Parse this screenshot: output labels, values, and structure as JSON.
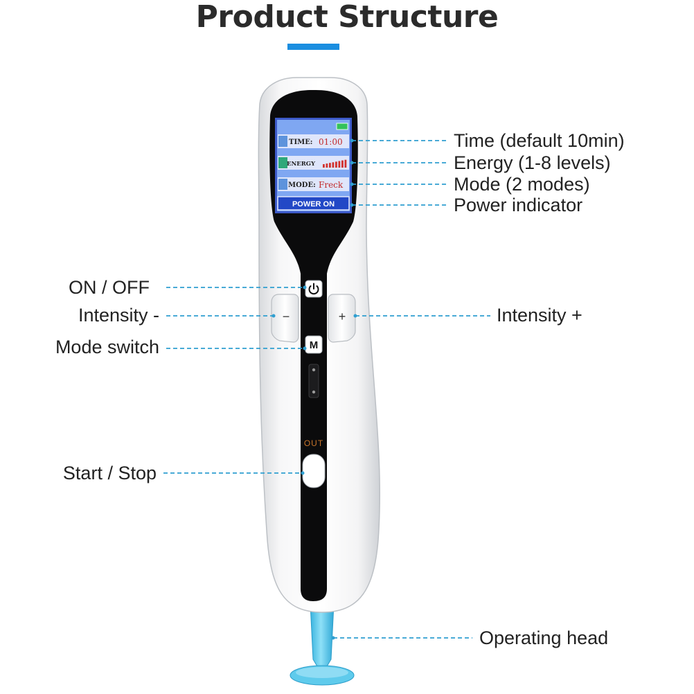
{
  "title": "Product Structure",
  "colors": {
    "accent": "#1a8ee0",
    "leader_line": "#2f9fd0",
    "head": "#4ec5ea",
    "screen": "#7fa7f2"
  },
  "screen": {
    "time_label": "TIME:",
    "time_value": "01:00",
    "energy_label": "ENERGY",
    "mode_label": "MODE:",
    "mode_value": "Freck",
    "power_label": "POWER ON"
  },
  "device": {
    "power_button_icon": "power-icon",
    "minus_symbol": "−",
    "plus_symbol": "+",
    "mode_button_letter": "M",
    "out_label": "OUT"
  },
  "callouts": {
    "time": "Time (default 10min)",
    "energy": "Energy (1-8 levels)",
    "mode": "Mode (2 modes)",
    "power": "Power indicator",
    "on_off": "ON / OFF",
    "intensity_minus": "Intensity -",
    "intensity_plus": "Intensity +",
    "mode_switch": "Mode switch",
    "start_stop": "Start / Stop",
    "operating_head": "Operating head"
  }
}
